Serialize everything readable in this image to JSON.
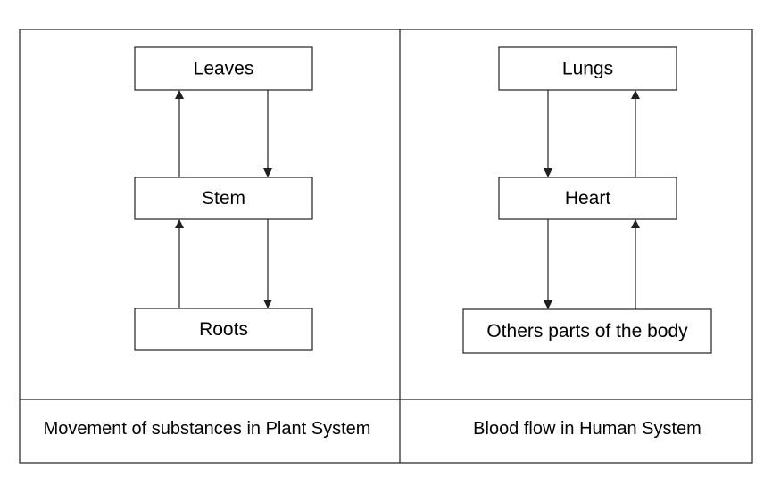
{
  "left_panel": {
    "boxes": {
      "top": "Leaves",
      "middle": "Stem",
      "bottom": "Roots"
    },
    "caption": "Movement of substances in Plant System"
  },
  "right_panel": {
    "boxes": {
      "top": "Lungs",
      "middle": "Heart",
      "bottom": "Others parts of the body"
    },
    "caption": "Blood flow in Human System"
  },
  "colors": {
    "line": "#231f20",
    "background": "#ffffff"
  }
}
